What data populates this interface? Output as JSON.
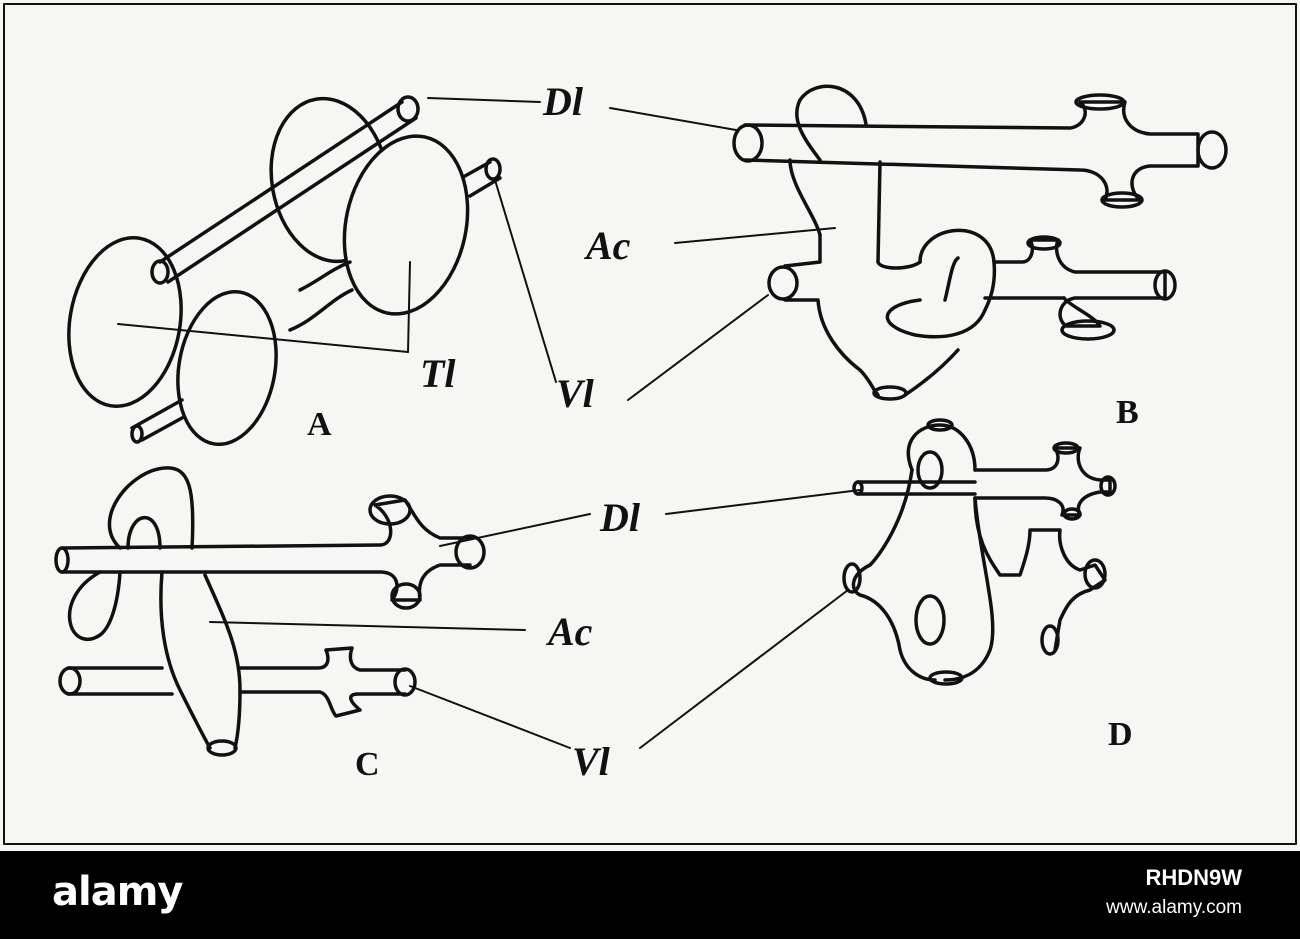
{
  "figure": {
    "labels": {
      "dl": "Dl",
      "ac": "Ac",
      "tl": "Tl",
      "vl": "Vl"
    },
    "panels": [
      "A",
      "B",
      "C",
      "D"
    ],
    "colors": {
      "stroke": "#111111",
      "background": "#f6f6f4"
    }
  },
  "footer": {
    "brand": "alamy",
    "image_id": "RHDN9W",
    "site": "www.alamy.com"
  }
}
